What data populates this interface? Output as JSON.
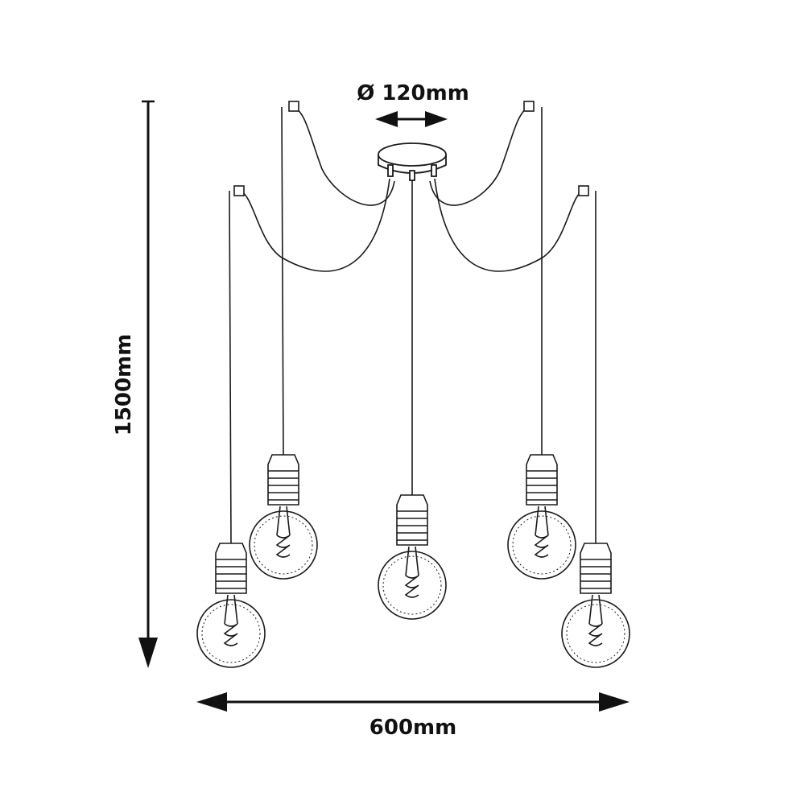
{
  "dimensions": {
    "canopy_diameter": "Ø 120mm",
    "height": "1500mm",
    "width": "600mm"
  },
  "pendant_count": 5,
  "colors": {
    "line": "#1a1a1a",
    "background": "#ffffff"
  }
}
